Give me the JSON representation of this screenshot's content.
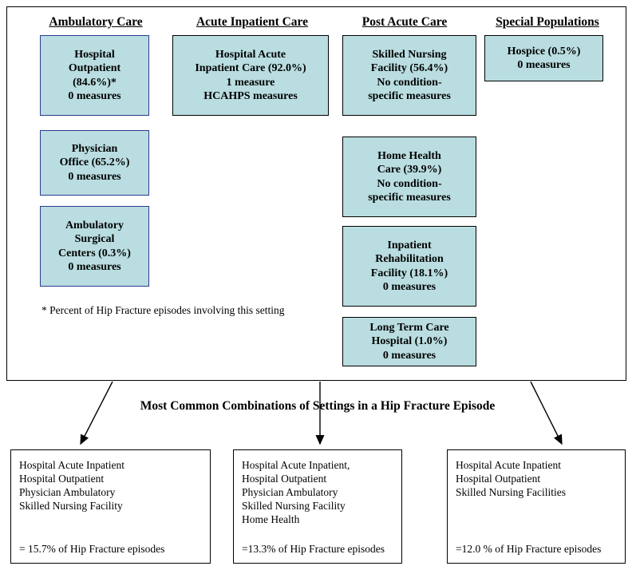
{
  "diagram": {
    "title": "Most Common Combinations of Settings in a Hip Fracture Episode",
    "footnote": "* Percent of Hip Fracture episodes involving this setting",
    "colors": {
      "box_fill": "#b9dde0",
      "box_border_navy": "#2c3a90",
      "box_border_black": "#000000",
      "frame_border": "#000000",
      "text": "#000000",
      "page_background": "#ffffff"
    },
    "columns": [
      {
        "header": "Ambulatory Care",
        "boxes": [
          {
            "lines": [
              "Hospital",
              "Outpatient",
              "(84.6%)*",
              "0 measures"
            ]
          },
          {
            "lines": [
              "Physician",
              "Office (65.2%)",
              "0 measures"
            ]
          },
          {
            "lines": [
              "Ambulatory",
              "Surgical",
              "Centers (0.3%)",
              "0 measures"
            ]
          }
        ]
      },
      {
        "header": "Acute Inpatient Care",
        "boxes": [
          {
            "lines": [
              "Hospital Acute",
              "Inpatient Care (92.0%)",
              "1 measure",
              "HCAHPS measures"
            ]
          }
        ]
      },
      {
        "header": "Post Acute Care",
        "boxes": [
          {
            "lines": [
              "Skilled Nursing",
              "Facility (56.4%)",
              "No condition-",
              "specific measures"
            ]
          },
          {
            "lines": [
              "Home Health",
              "Care (39.9%)",
              "No condition-",
              "specific measures"
            ]
          },
          {
            "lines": [
              "Inpatient",
              "Rehabilitation",
              "Facility (18.1%)",
              "0 measures"
            ]
          },
          {
            "lines": [
              "Long Term Care",
              "Hospital (1.0%)",
              "0 measures"
            ]
          }
        ]
      },
      {
        "header": "Special Populations",
        "boxes": [
          {
            "lines": [
              "Hospice (0.5%)",
              "0 measures"
            ]
          }
        ]
      }
    ],
    "combinations": [
      {
        "settings": [
          "Hospital Acute Inpatient",
          "Hospital Outpatient",
          "Physician Ambulatory",
          "Skilled Nursing Facility"
        ],
        "percent_label": "= 15.7% of Hip Fracture episodes"
      },
      {
        "settings": [
          "Hospital Acute Inpatient,",
          "Hospital Outpatient",
          "Physician Ambulatory",
          "Skilled Nursing Facility",
          "Home Health"
        ],
        "percent_label": "=13.3% of Hip Fracture episodes"
      },
      {
        "settings": [
          "Hospital Acute Inpatient",
          "Hospital Outpatient",
          "Skilled Nursing Facilities"
        ],
        "percent_label": "=12.0 % of Hip Fracture episodes"
      }
    ]
  }
}
